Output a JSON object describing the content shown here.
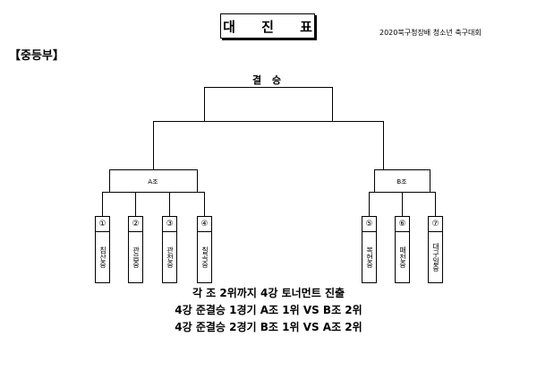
{
  "header": {
    "title": "대 진 표",
    "event_name": "2020북구청장배 청소년 축구대회"
  },
  "division": "【중등부】",
  "bracket": {
    "final_label": "결 승",
    "groups": [
      {
        "label": "A조",
        "teams": [
          {
            "number": "①",
            "name": "침산중"
          },
          {
            "number": "②",
            "name": "관음중"
          },
          {
            "number": "③",
            "name": "관천중"
          },
          {
            "number": "④",
            "name": "칠곡중"
          }
        ]
      },
      {
        "label": "B조",
        "teams": [
          {
            "number": "⑤",
            "name": "복현중"
          },
          {
            "number": "⑥",
            "name": "매천중"
          },
          {
            "number": "⑦",
            "name": "대구일중"
          }
        ]
      }
    ]
  },
  "notes": [
    "각 조 2위까지 4강 토너먼트 진출",
    "4강 준결승 1경기 A조 1위 VS B조 2위",
    "4강 준결승 2경기 B조 1위 VS A조 2위"
  ]
}
